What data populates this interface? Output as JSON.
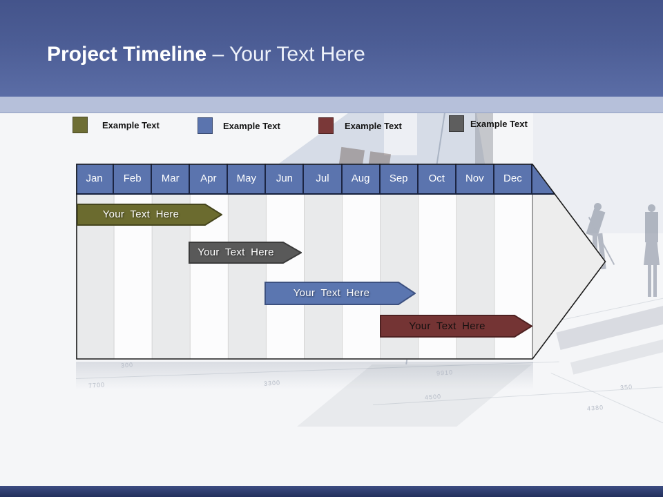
{
  "slide": {
    "title_bold": "Project Timeline",
    "title_rest": "– Your Text Here"
  },
  "legend": {
    "items": [
      {
        "label": "Example Text",
        "color": "#6e6e35"
      },
      {
        "label": "Example Text",
        "color": "#5b74ae"
      },
      {
        "label": "Example Text",
        "color": "#7a3838"
      },
      {
        "label": "Example Text",
        "color": "#5e5e5e"
      }
    ]
  },
  "timeline": {
    "months": [
      "Jan",
      "Feb",
      "Mar",
      "Apr",
      "May",
      "Jun",
      "Jul",
      "Aug",
      "Sep",
      "Oct",
      "Nov",
      "Dec"
    ],
    "header_color": "#5b74ae",
    "header_border_color": "#1c2543",
    "stripe_colors": [
      "#e9eaeb",
      "#fcfcfd"
    ],
    "bars": [
      {
        "label": "Your Text Here",
        "fill": "#6b6b2f",
        "border": "#45451d",
        "text": "light"
      },
      {
        "label": "Your Text Here",
        "fill": "#595959",
        "border": "#3b3b3b",
        "text": "light"
      },
      {
        "label": "Your Text Here",
        "fill": "#5b76b0",
        "border": "#3d5180",
        "text": "light"
      },
      {
        "label": "Your Text Here",
        "fill": "#743434",
        "border": "#4e2121",
        "text": "dark"
      }
    ]
  },
  "blueprint": {
    "numbers": [
      "300",
      "7700",
      "3300",
      "9910",
      "4500",
      "350",
      "4380"
    ]
  }
}
